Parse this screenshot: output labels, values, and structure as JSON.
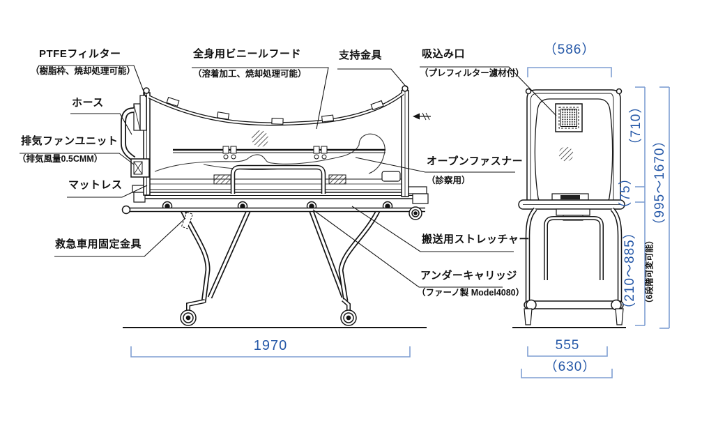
{
  "drawing": {
    "title": "isolation stretcher technical drawing (side view and end view)",
    "colors": {
      "line": "#141414",
      "dimension_line": "#7f9ed2",
      "dimension_text": "#2457a7",
      "label_text": "#111111",
      "background": "#ffffff"
    },
    "labels": {
      "ptfe_filter": {
        "title": "PTFEフィルター",
        "note": "（樹脂枠、焼却処理可能）"
      },
      "hose": {
        "title": "ホース"
      },
      "exhaust_fan": {
        "title": "排気ファンユニット",
        "note": "（排気風量0.5CMM）"
      },
      "mattress": {
        "title": "マットレス"
      },
      "ambulance_bracket": {
        "title": "救急車用固定金具"
      },
      "vinyl_hood": {
        "title": "全身用ビニールフード",
        "note": "（溶着加工、焼却処理可能）"
      },
      "support_bracket": {
        "title": "支持金具"
      },
      "suction_port": {
        "title": "吸込み口",
        "note": "（プレフィルター濾材付）"
      },
      "open_fastener": {
        "title": "オープンファスナー",
        "note": "（診察用）"
      },
      "stretcher": {
        "title": "搬送用ストレッチャー"
      },
      "undercarriage": {
        "title": "アンダーキャリッジ",
        "note": "（ファーノ製 Model4080）"
      }
    },
    "dimensions": {
      "top_width": "（586）",
      "hood_height": "（710）",
      "base_thickness": "（75）",
      "overall_height": "（995～1670）",
      "leg_height": "（210～885）",
      "leg_height_note": "（6段階可変可能）",
      "overall_length": "1970",
      "base_width": "555",
      "overall_width": "（630）"
    }
  }
}
